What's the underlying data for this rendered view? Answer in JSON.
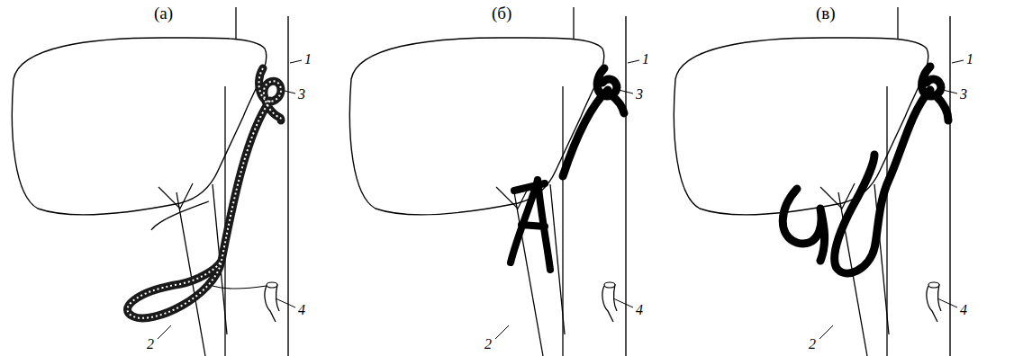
{
  "diagram": {
    "labels": [
      "(а)",
      "(б)",
      "(в)",
      "1",
      "3",
      "4",
      "2",
      "1",
      "3",
      "4",
      "2",
      "1",
      "3",
      "4",
      "2"
    ]
  }
}
